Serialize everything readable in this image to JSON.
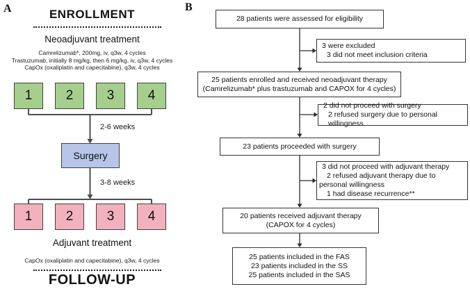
{
  "panel_a": {
    "label": "A",
    "enrollment_title": "ENROLLMENT",
    "neoadjuvant_heading": "Neoadjuvant treatment",
    "neoadjuvant_drugs": {
      "line1": "Camrelizumab*, 200mg, iv, q3w, 4 cycles",
      "line2": "Trastuzumab, initially 8 mg/kg, then 6 mg/kg, iv, q3w, 4 cycles",
      "line3": "CapOx (oxaliplatin and capecitabine), q3w, 4 cycles"
    },
    "neoadjuvant_cycles": [
      "1",
      "2",
      "3",
      "4"
    ],
    "interval_to_surgery": "2-6 weeks",
    "surgery_label": "Surgery",
    "interval_to_adjuvant": "3-8 weeks",
    "adjuvant_cycles": [
      "1",
      "2",
      "3",
      "4"
    ],
    "adjuvant_heading": "Adjuvant treatment",
    "adjuvant_drugs": "CapOx (oxaliplatin and capecitabine), q3w, 4 cycles",
    "followup_title": "FOLLOW-UP",
    "colors": {
      "neoadjuvant_cycle_fill": "#a6cf8e",
      "surgery_fill": "#b6c5e8",
      "adjuvant_cycle_fill": "#f2b1bd",
      "box_border": "#404040"
    }
  },
  "panel_b": {
    "label": "B",
    "box_eligibility": "28 patients were assessed for eligibility",
    "box_excluded": {
      "line1": "3  were excluded",
      "line2": "3 did not meet inclusion criteria"
    },
    "box_enrolled": {
      "line1": "25 patients enrolled and received neoadjuvant therapy",
      "line2": "(Camrelizumab* plus trastuzumab and CAPOX for 4 cycles)"
    },
    "box_no_surgery": {
      "line1": "2 did not proceed with surgery",
      "line2": "2 refused surgery due to personal willingness"
    },
    "box_surgery": "23 patients proceeded with surgery",
    "box_no_adjuvant": {
      "line1": "3 did not proceed with adjuvant therapy",
      "line2": "2 refused adjuvant therapy due to",
      "line3": "personal willingness",
      "line4": "1 had disease recurrence**"
    },
    "box_adjuvant": {
      "line1": "20 patients received adjuvant therapy",
      "line2": "(CAPOX for 4 cycles)"
    },
    "box_analysis": {
      "line1": "25 patients included in the FAS",
      "line2": "23 patients included in the SS",
      "line3": "25 patients included in the SAS"
    }
  }
}
